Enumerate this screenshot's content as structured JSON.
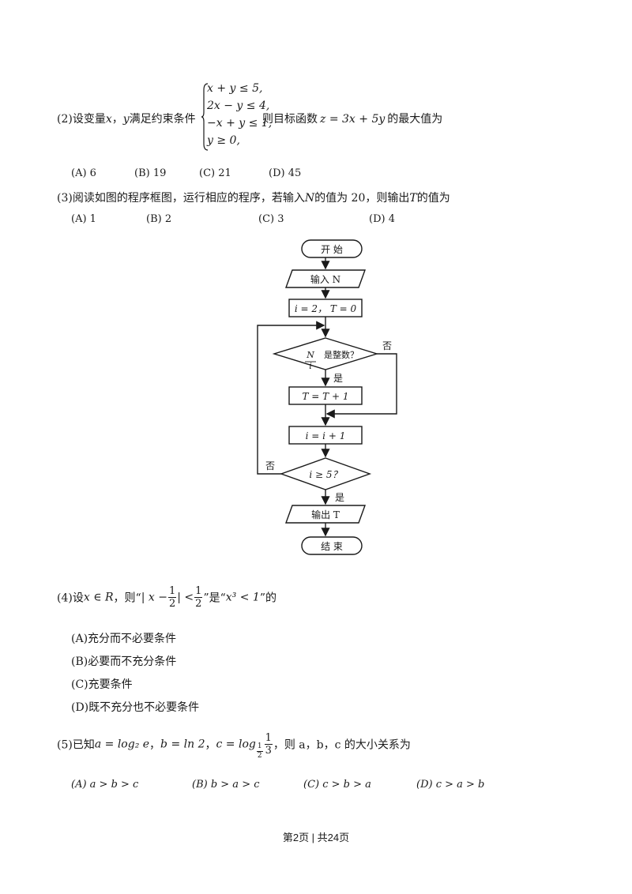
{
  "q2": {
    "prefix": "(2)设变量",
    "var_x": "x",
    "sep1": "，",
    "var_y": "y",
    "after_vars": "满足约束条件",
    "constraints": [
      "x + y ≤ 5,",
      "2x − y ≤ 4,",
      "−x + y ≤ 1,",
      "y ≥ 0,"
    ],
    "objective_pre": "则目标函数",
    "objective_expr": "z = 3x + 5y",
    "objective_post": "的最大值为",
    "options": [
      "(A) 6",
      "(B) 19",
      "(C) 21",
      "(D) 45"
    ]
  },
  "q3": {
    "text_a": "(3)阅读如图的程序框图，运行相应的程序，若输入",
    "var_n": "N",
    "text_b": "的值为 20，则输出",
    "var_t": "T",
    "text_c": "的值为",
    "options": [
      "(A) 1",
      "(B) 2",
      "(C) 3",
      "(D) 4"
    ]
  },
  "flowchart": {
    "start": "开  始",
    "input": "输入 N",
    "init": "i = 2， T = 0",
    "cond1_num": "N",
    "cond1_den": "i",
    "cond1_text": "是整数？",
    "no1": "否",
    "yes1": "是",
    "assign_t": "T = T + 1",
    "incr_i": "i = i + 1",
    "cond2": "i ≥ 5？",
    "no2": "否",
    "yes2": "是",
    "output": "输出 T",
    "end": "结  束"
  },
  "q4": {
    "prefix": "(4)设",
    "cond": "x ∈ R",
    "then": "，则“",
    "abs_a": "| x −",
    "half_num": "1",
    "half_den": "2",
    "abs_b": "| <",
    "rhs_num": "1",
    "rhs_den": "2",
    "mid": "”是“",
    "cube": "x³ < 1",
    "tail": "”的",
    "options": [
      "(A)充分而不必要条件",
      "(B)必要而不充分条件",
      "(C)充要条件",
      "(D)既不充分也不必要条件"
    ]
  },
  "q5": {
    "prefix": "(5)已知",
    "a_expr": "a = log₂ e",
    "b_expr": "b = ln 2",
    "c_pre": "c = log",
    "c_base_num": "1",
    "c_base_den": "2",
    "c_arg_num": "1",
    "c_arg_den": "3",
    "tail": "，则 a，b，c 的大小关系为",
    "options": [
      "(A)  a > b > c",
      "(B)  b > a > c",
      "(C)  c > b > a",
      "(D)  c > a > b"
    ]
  },
  "footer": "第2页 | 共24页"
}
